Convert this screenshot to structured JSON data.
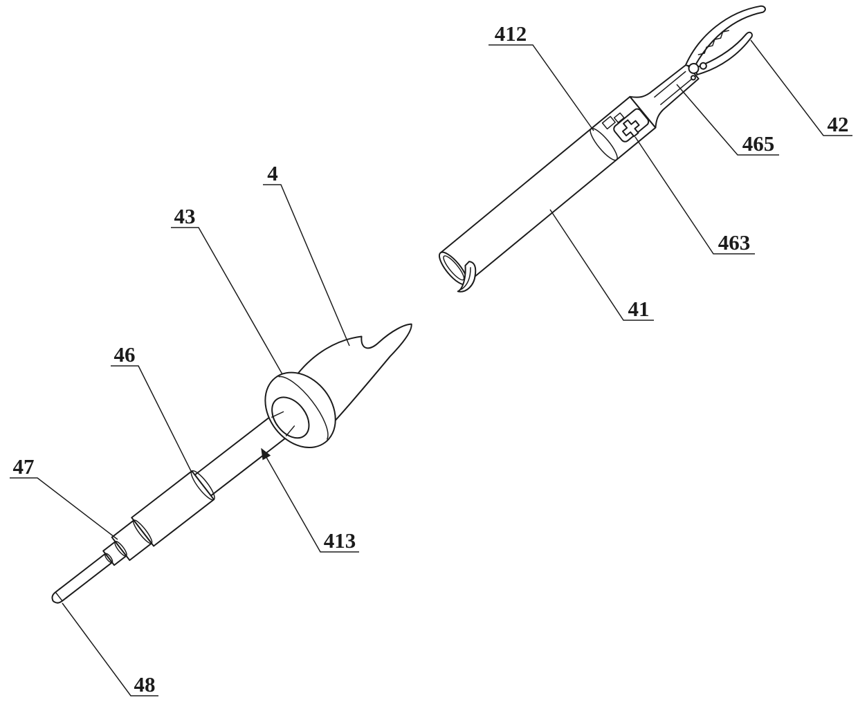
{
  "figure": {
    "background_color": "#ffffff",
    "line_color": "#1b1b1b",
    "reference_labels": [
      {
        "text": "412"
      },
      {
        "text": "42"
      },
      {
        "text": "465"
      },
      {
        "text": "463"
      },
      {
        "text": "41"
      },
      {
        "text": "4"
      },
      {
        "text": "43"
      },
      {
        "text": "46"
      },
      {
        "text": "47"
      },
      {
        "text": "413"
      },
      {
        "text": "48"
      }
    ]
  }
}
